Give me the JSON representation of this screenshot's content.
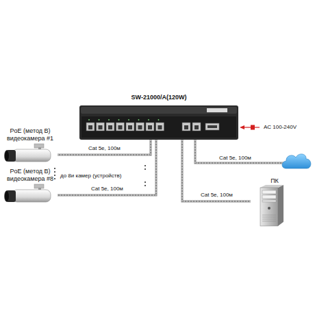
{
  "diagram": {
    "nodes": [
      {
        "text": [
          "SW-21000/A(120W)"
        ]
      },
      {
        "text": [
          "PoE (метод В) видеокамера #1"
        ]
      },
      {
        "text": [
          "PoE (метод В) видеокамера #8"
        ]
      },
      {
        "text": [
          "ПК"
        ]
      }
    ],
    "edges": [
      {
        "from": 0,
        "to": 1,
        "label": "Cat 5e, 100м",
        "arrow": "none"
      },
      {
        "from": 0,
        "to": 2,
        "label": "Cat 5e, 100м",
        "arrow": "none"
      },
      {
        "from": 0,
        "to": 3,
        "label": "Cat 5e, 100м",
        "arrow": "none"
      }
    ],
    "labels": [
      "до 8и камер (устройств)",
      "AC 100-240V",
      "Cat 5e, 100м"
    ]
  }
}
